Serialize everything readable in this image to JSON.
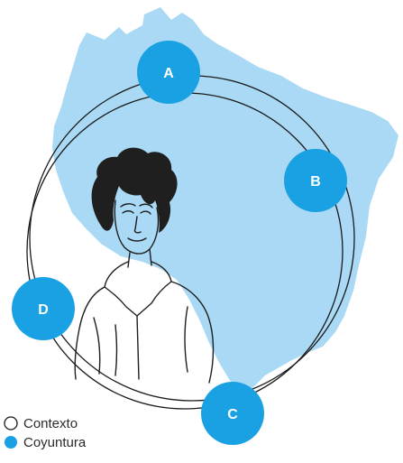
{
  "colors": {
    "map": "#a9d9f4",
    "badge": "#1aa1e3",
    "ring": "#1a1a1a",
    "badge_text": "#ffffff",
    "portrait_line": "#1f1f1f"
  },
  "badges": [
    {
      "id": "a",
      "label": "A"
    },
    {
      "id": "b",
      "label": "B"
    },
    {
      "id": "c",
      "label": "C"
    },
    {
      "id": "d",
      "label": "D"
    }
  ],
  "legend": {
    "contexto": {
      "label": "Contexto",
      "marker": "hollow-circle"
    },
    "coyuntura": {
      "label": "Coyuntura",
      "marker": "filled-circle"
    }
  },
  "illustration": {
    "map": "brazil-map",
    "portrait": "woman-portrait-line-drawing"
  }
}
